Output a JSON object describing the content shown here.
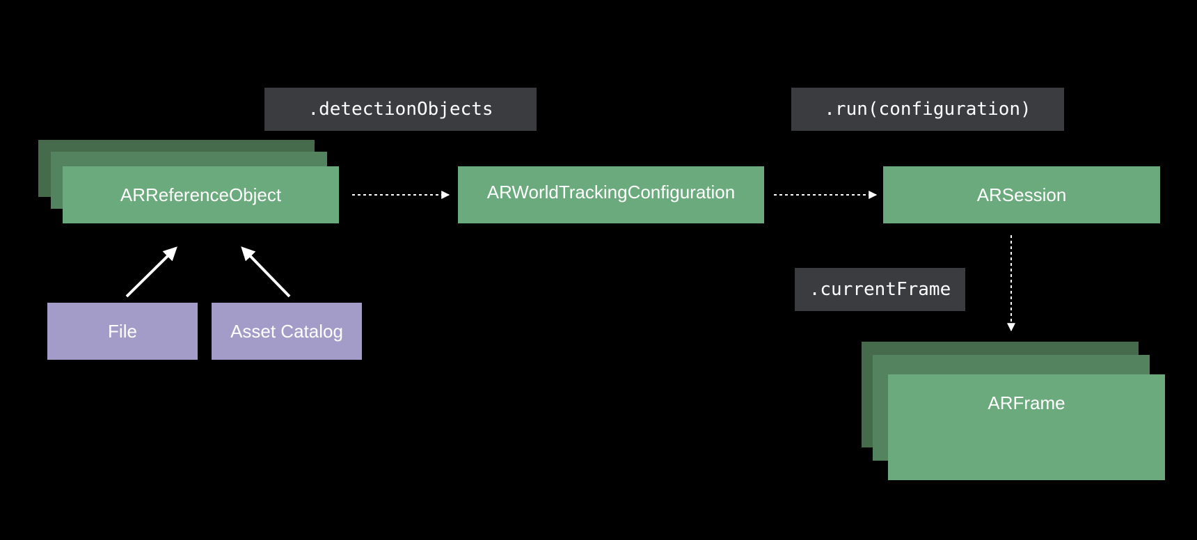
{
  "colors": {
    "background": "#000000",
    "green": "#6aaa7c",
    "green_mid": "#53845f",
    "green_dark": "#456a4c",
    "purple": "#a39cc9",
    "code_bg": "#3a3c40",
    "text": "#ffffff"
  },
  "nodes": {
    "reference_object": "ARReferenceObject",
    "world_tracking_configuration": "ARWorldTrackingConfiguration",
    "session": "ARSession",
    "frame": "ARFrame",
    "file": "File",
    "asset_catalog": "Asset Catalog"
  },
  "labels": {
    "detection_objects": ".detectionObjects",
    "run_configuration": ".run(configuration)",
    "current_frame": ".currentFrame"
  }
}
